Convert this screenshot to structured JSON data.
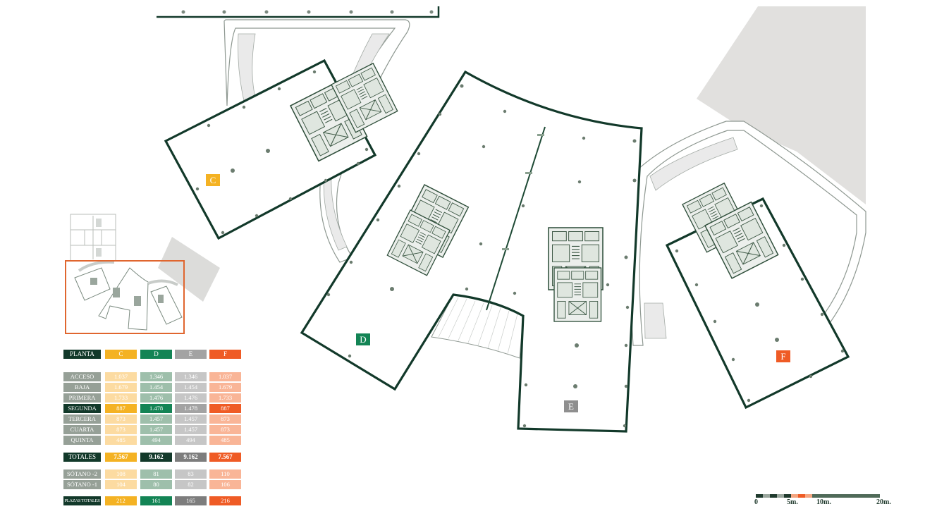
{
  "buildings": {
    "C": {
      "label": "C",
      "color": "#f4b223"
    },
    "D": {
      "label": "D",
      "color": "#138455"
    },
    "E": {
      "label": "E",
      "color": "#8f8f8f"
    },
    "F": {
      "label": "F",
      "color": "#ef5b25"
    }
  },
  "keymap": {
    "highlight_color": "#e0662f"
  },
  "table": {
    "header": {
      "label": "PLANTA",
      "C": "C",
      "D": "D",
      "E": "E",
      "F": "F"
    },
    "floors": [
      {
        "label": "ACCESO",
        "C": "1.037",
        "D": "1.346",
        "E": "1.346",
        "F": "1.037",
        "highlight": false
      },
      {
        "label": "BAJA",
        "C": "1.679",
        "D": "1.454",
        "E": "1.454",
        "F": "1.679",
        "highlight": false
      },
      {
        "label": "PRIMERA",
        "C": "1.733",
        "D": "1.476",
        "E": "1.476",
        "F": "1.733",
        "highlight": false
      },
      {
        "label": "SEGUNDA",
        "C": "887",
        "D": "1.478",
        "E": "1.478",
        "F": "887",
        "highlight": true
      },
      {
        "label": "TERCERA",
        "C": "873",
        "D": "1.457",
        "E": "1.457",
        "F": "873",
        "highlight": false
      },
      {
        "label": "CUARTA",
        "C": "873",
        "D": "1.457",
        "E": "1.457",
        "F": "873",
        "highlight": false
      },
      {
        "label": "QUINTA",
        "C": "485",
        "D": "494",
        "E": "494",
        "F": "485",
        "highlight": false
      }
    ],
    "totals": {
      "label": "TOTALES",
      "C": "7.567",
      "D": "9.162",
      "E": "9.162",
      "F": "7.567"
    },
    "basements": [
      {
        "label": "SÓTANO -2",
        "C": "108",
        "D": "81",
        "E": "83",
        "F": "110"
      },
      {
        "label": "SÓTANO -1",
        "C": "104",
        "D": "80",
        "E": "82",
        "F": "106"
      }
    ],
    "parking_totals": {
      "label": "PLAZAS TOTALES",
      "C": "212",
      "D": "161",
      "E": "165",
      "F": "216"
    }
  },
  "scale": {
    "labels": [
      "0",
      "5m.",
      "10m.",
      "20m."
    ]
  },
  "colors": {
    "outline": "#12392a",
    "yellow": "#f4b223",
    "green": "#138455",
    "grey": "#a3a3a3",
    "orange": "#ef5b25"
  }
}
